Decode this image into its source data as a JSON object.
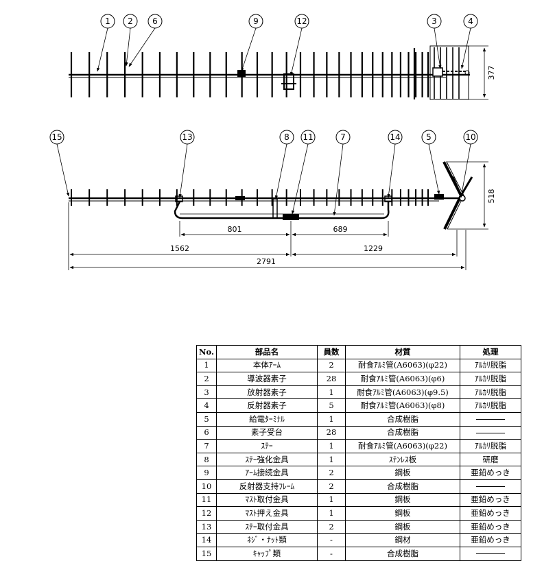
{
  "top_view": {
    "callouts": [
      "1",
      "2",
      "6",
      "9",
      "12",
      "3",
      "4"
    ],
    "dimension_height": "377"
  },
  "side_view": {
    "callouts": [
      "15",
      "13",
      "8",
      "11",
      "7",
      "14",
      "5",
      "10"
    ],
    "dimension_height": "518",
    "dim_801": "801",
    "dim_689": "689",
    "dim_1562": "1562",
    "dim_1229": "1229",
    "dim_2791": "2791"
  },
  "parts_table": {
    "headers": [
      "No.",
      "部品名",
      "員数",
      "材質",
      "処理"
    ],
    "rows": [
      {
        "no": "1",
        "name": "本体ｱｰﾑ",
        "qty": "2",
        "material": "耐食ｱﾙﾐ管(A6063)(φ22)",
        "process": "ｱﾙｶﾘ脱脂"
      },
      {
        "no": "2",
        "name": "導波器素子",
        "qty": "28",
        "material": "耐食ｱﾙﾐ管(A6063)(φ6)",
        "process": "ｱﾙｶﾘ脱脂"
      },
      {
        "no": "3",
        "name": "放射器素子",
        "qty": "1",
        "material": "耐食ｱﾙﾐ管(A6063)(φ9.5)",
        "process": "ｱﾙｶﾘ脱脂"
      },
      {
        "no": "4",
        "name": "反射器素子",
        "qty": "5",
        "material": "耐食ｱﾙﾐ管(A6063)(φ8)",
        "process": "ｱﾙｶﾘ脱脂"
      },
      {
        "no": "5",
        "name": "給電ﾀｰﾐﾅﾙ",
        "qty": "1",
        "material": "合成樹脂",
        "process": ""
      },
      {
        "no": "6",
        "name": "素子受台",
        "qty": "28",
        "material": "合成樹脂",
        "process": ""
      },
      {
        "no": "7",
        "name": "ｽﾃｰ",
        "qty": "1",
        "material": "耐食ｱﾙﾐ管(A6063)(φ22)",
        "process": "ｱﾙｶﾘ脱脂"
      },
      {
        "no": "8",
        "name": "ｽﾃｰ強化金具",
        "qty": "1",
        "material": "ｽﾃﾝﾚｽ板",
        "process": "研磨"
      },
      {
        "no": "9",
        "name": "ｱｰﾑ接続金具",
        "qty": "2",
        "material": "鋼板",
        "process": "亜鉛めっき"
      },
      {
        "no": "10",
        "name": "反射器支持ﾌﾚｰﾑ",
        "qty": "2",
        "material": "合成樹脂",
        "process": ""
      },
      {
        "no": "11",
        "name": "ﾏｽﾄ取付金具",
        "qty": "1",
        "material": "鋼板",
        "process": "亜鉛めっき"
      },
      {
        "no": "12",
        "name": "ﾏｽﾄ押え金具",
        "qty": "1",
        "material": "鋼板",
        "process": "亜鉛めっき"
      },
      {
        "no": "13",
        "name": "ｽﾃｰ取付金具",
        "qty": "2",
        "material": "鋼板",
        "process": "亜鉛めっき"
      },
      {
        "no": "14",
        "name": "ﾈｼﾞ・ﾅｯﾄ類",
        "qty": "-",
        "material": "鋼材",
        "process": "亜鉛めっき"
      },
      {
        "no": "15",
        "name": "ｷｬｯﾌﾟ類",
        "qty": "-",
        "material": "合成樹脂",
        "process": ""
      }
    ]
  }
}
